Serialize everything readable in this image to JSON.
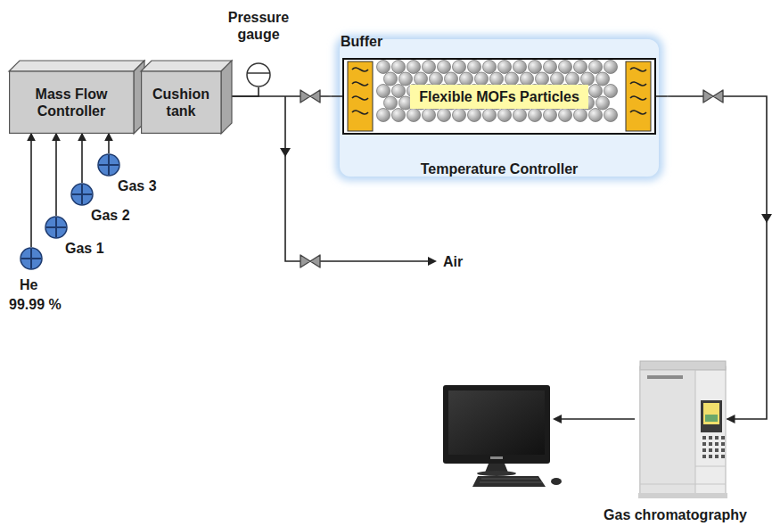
{
  "diagram": {
    "nodes": [
      {
        "text": [
          "Mass Flow Controller"
        ]
      },
      {
        "text": [
          "Cushion tank"
        ]
      },
      {
        "text": [
          "Pressure gauge"
        ]
      },
      {
        "text": [
          "Temperature Controller"
        ]
      },
      {
        "text": [
          "Flexible MOFs Particles"
        ],
        "in": 3
      },
      {
        "text": [
          "Gas 3"
        ]
      },
      {
        "text": [
          "Gas 2"
        ]
      },
      {
        "text": [
          "Gas 1"
        ]
      },
      {
        "text": [
          "He",
          "99.99 %"
        ]
      },
      {
        "text": [
          "Gas chromatography"
        ]
      }
    ],
    "edges": [
      {
        "from": 8,
        "to": 0,
        "arrow": "to"
      },
      {
        "from": 7,
        "to": 0,
        "arrow": "to"
      },
      {
        "from": 6,
        "to": 0,
        "arrow": "to"
      },
      {
        "from": 5,
        "to": 0,
        "arrow": "to"
      },
      {
        "from": 0,
        "to": 1,
        "arrow": "none"
      },
      {
        "from": 1,
        "to": 2,
        "arrow": "none"
      },
      {
        "from": 1,
        "to": 3,
        "arrow": "none"
      },
      {
        "from": 3,
        "to": 9,
        "arrow": "to"
      }
    ],
    "labels": [
      "Buffer",
      "Air"
    ]
  }
}
